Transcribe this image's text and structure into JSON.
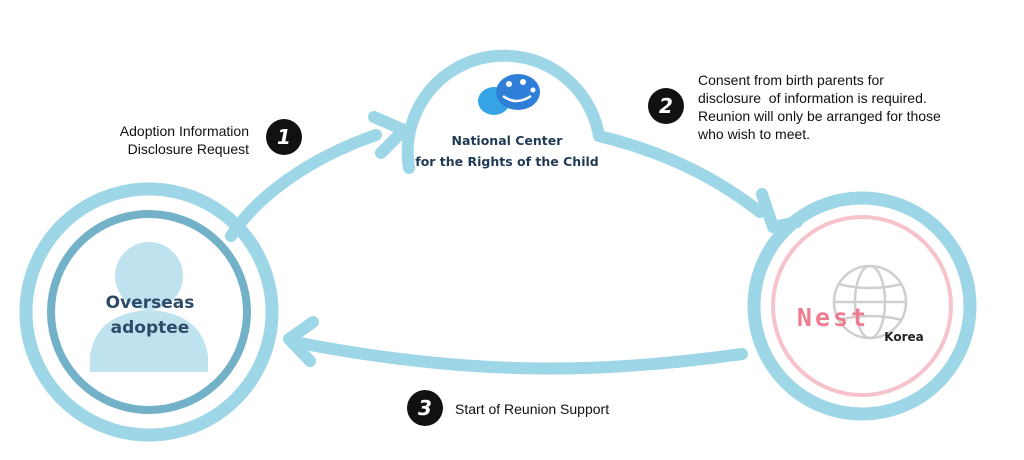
{
  "nodes": {
    "national_center": {
      "line1": "National Center",
      "line2": "for the Rights of the Child"
    },
    "adoptee": {
      "line1": "Overseas",
      "line2": "adoptee"
    },
    "nest_korea": {
      "logo_word": "Nest",
      "logo_sub": "Korea"
    }
  },
  "steps": [
    {
      "number": "1",
      "lines": [
        "Adoption Information",
        "Disclosure Request"
      ]
    },
    {
      "number": "2",
      "lines": [
        "Consent from birth parents for",
        "disclosure  of information is required.",
        "Reunion will only be arranged for those",
        "who wish to meet."
      ]
    },
    {
      "number": "3",
      "lines": [
        "Start of Reunion Support"
      ]
    }
  ],
  "colors": {
    "ring": "#9dd6e6",
    "adoptee_inner_ring": "#72b1c7",
    "silhouette": "#bfe3ee",
    "nest_ring": "#f6c3cd",
    "nest_text": "#ee7d8f",
    "badge": "#111111"
  }
}
